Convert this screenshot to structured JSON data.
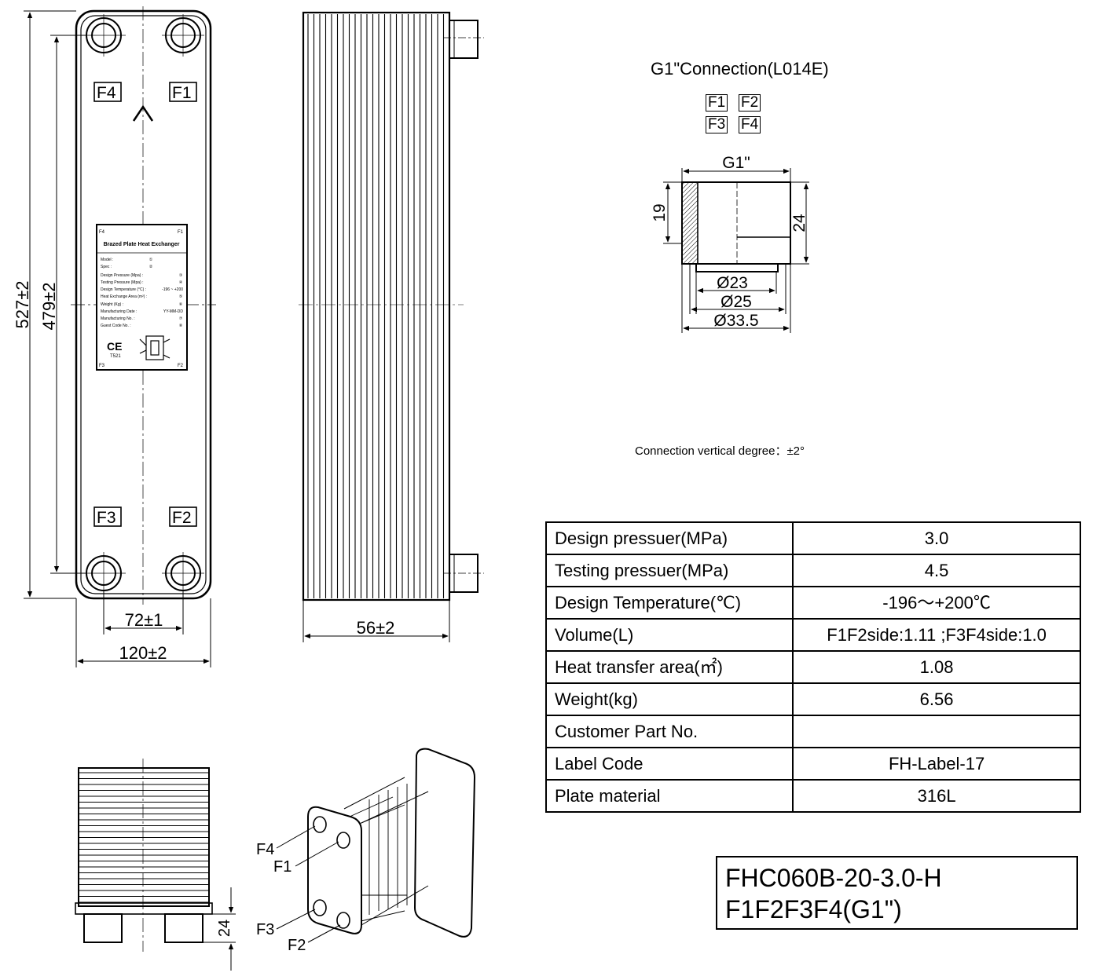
{
  "views": {
    "front": {
      "port_labels": [
        "F4",
        "F1",
        "F3",
        "F2"
      ],
      "arrow": "^",
      "dim_height_total": "527±2",
      "dim_height_ports": "479±2",
      "dim_width_ports": "72±1",
      "dim_width_total": "120±2",
      "nameplate": {
        "title": "Brazed Plate Heat Exchanger",
        "corner_tl": "F4",
        "corner_tr": "F1",
        "corner_bl": "F3",
        "corner_br": "F2",
        "rows": [
          {
            "label": "Model :",
            "value": "①"
          },
          {
            "label": "Spec :",
            "value": "②"
          },
          {
            "label": "Design Pressure (Mpa) :",
            "value": "③"
          },
          {
            "label": "Testing Pressure (Mpa) :",
            "value": "④"
          },
          {
            "label": "Design Temperature (°C) :",
            "value": "-196 ~ +200"
          },
          {
            "label": "Heat Exchange Area (m²) :",
            "value": "⑤"
          },
          {
            "label": "Weight (Kg) :",
            "value": "⑥"
          },
          {
            "label": "Manufacturing Date :",
            "value": "YY-MM-DD"
          },
          {
            "label": "Manufacturing No. :",
            "value": "⑦"
          },
          {
            "label": "Guest Code No. :",
            "value": "⑧"
          }
        ],
        "ce_mark": "CE",
        "ce_code": "T521"
      }
    },
    "side": {
      "dim_depth": "56±2"
    },
    "bottom": {
      "dim_connection_height": "24"
    },
    "iso": {
      "labels": [
        "F4",
        "F1",
        "F3",
        "F2"
      ]
    }
  },
  "connection": {
    "title": "G1\"Connection(L014E)",
    "ports": [
      "F1",
      "F2",
      "F3",
      "F4"
    ],
    "dim_thread": "G1\"",
    "dim_19": "19",
    "dim_24": "24",
    "dim_d23": "Ø23",
    "dim_d25": "Ø25",
    "dim_d335": "Ø33.5"
  },
  "note": "Connection vertical degree：±2°",
  "spec_table": [
    {
      "label": "Design pressuer(MPa)",
      "value": "3.0"
    },
    {
      "label": "Testing pressuer(MPa)",
      "value": "4.5"
    },
    {
      "label": "Design Temperature(℃)",
      "value": "-196～+200℃"
    },
    {
      "label": "Volume(L)",
      "value": "F1F2side:1.11 ;F3F4side:1.0"
    },
    {
      "label": "Heat transfer area(㎡)",
      "value": "1.08"
    },
    {
      "label": "Weight(kg)",
      "value": "6.56"
    },
    {
      "label": "Customer Part No.",
      "value": ""
    },
    {
      "label": "Label Code",
      "value": "FH-Label-17"
    },
    {
      "label": "Plate material",
      "value": "316L"
    }
  ],
  "model": {
    "line1": "FHC060B-20-3.0-H",
    "line2": "F1F2F3F4(G1\")"
  }
}
